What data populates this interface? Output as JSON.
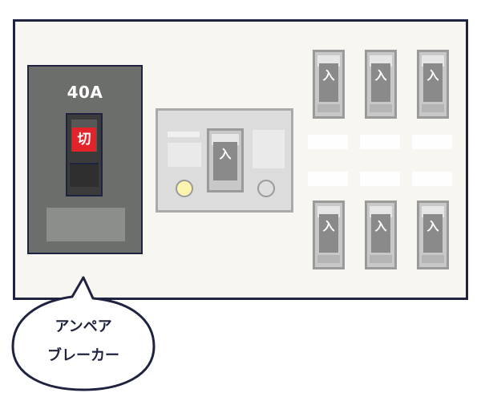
{
  "main_breaker": {
    "amp_label": "40A",
    "switch_label": "切"
  },
  "small_breakers": {
    "switch_label": "入",
    "top_row": [
      "入",
      "入",
      "入"
    ],
    "bottom_row": [
      "入",
      "入",
      "入"
    ]
  },
  "middle_breaker": {
    "switch_label": "入"
  },
  "callout": {
    "line1": "アンペア",
    "line2": "ブレーカー"
  },
  "colors": {
    "outline": "#1f2340",
    "off_label": "#e3232a",
    "lamp": "#fff3b0"
  }
}
